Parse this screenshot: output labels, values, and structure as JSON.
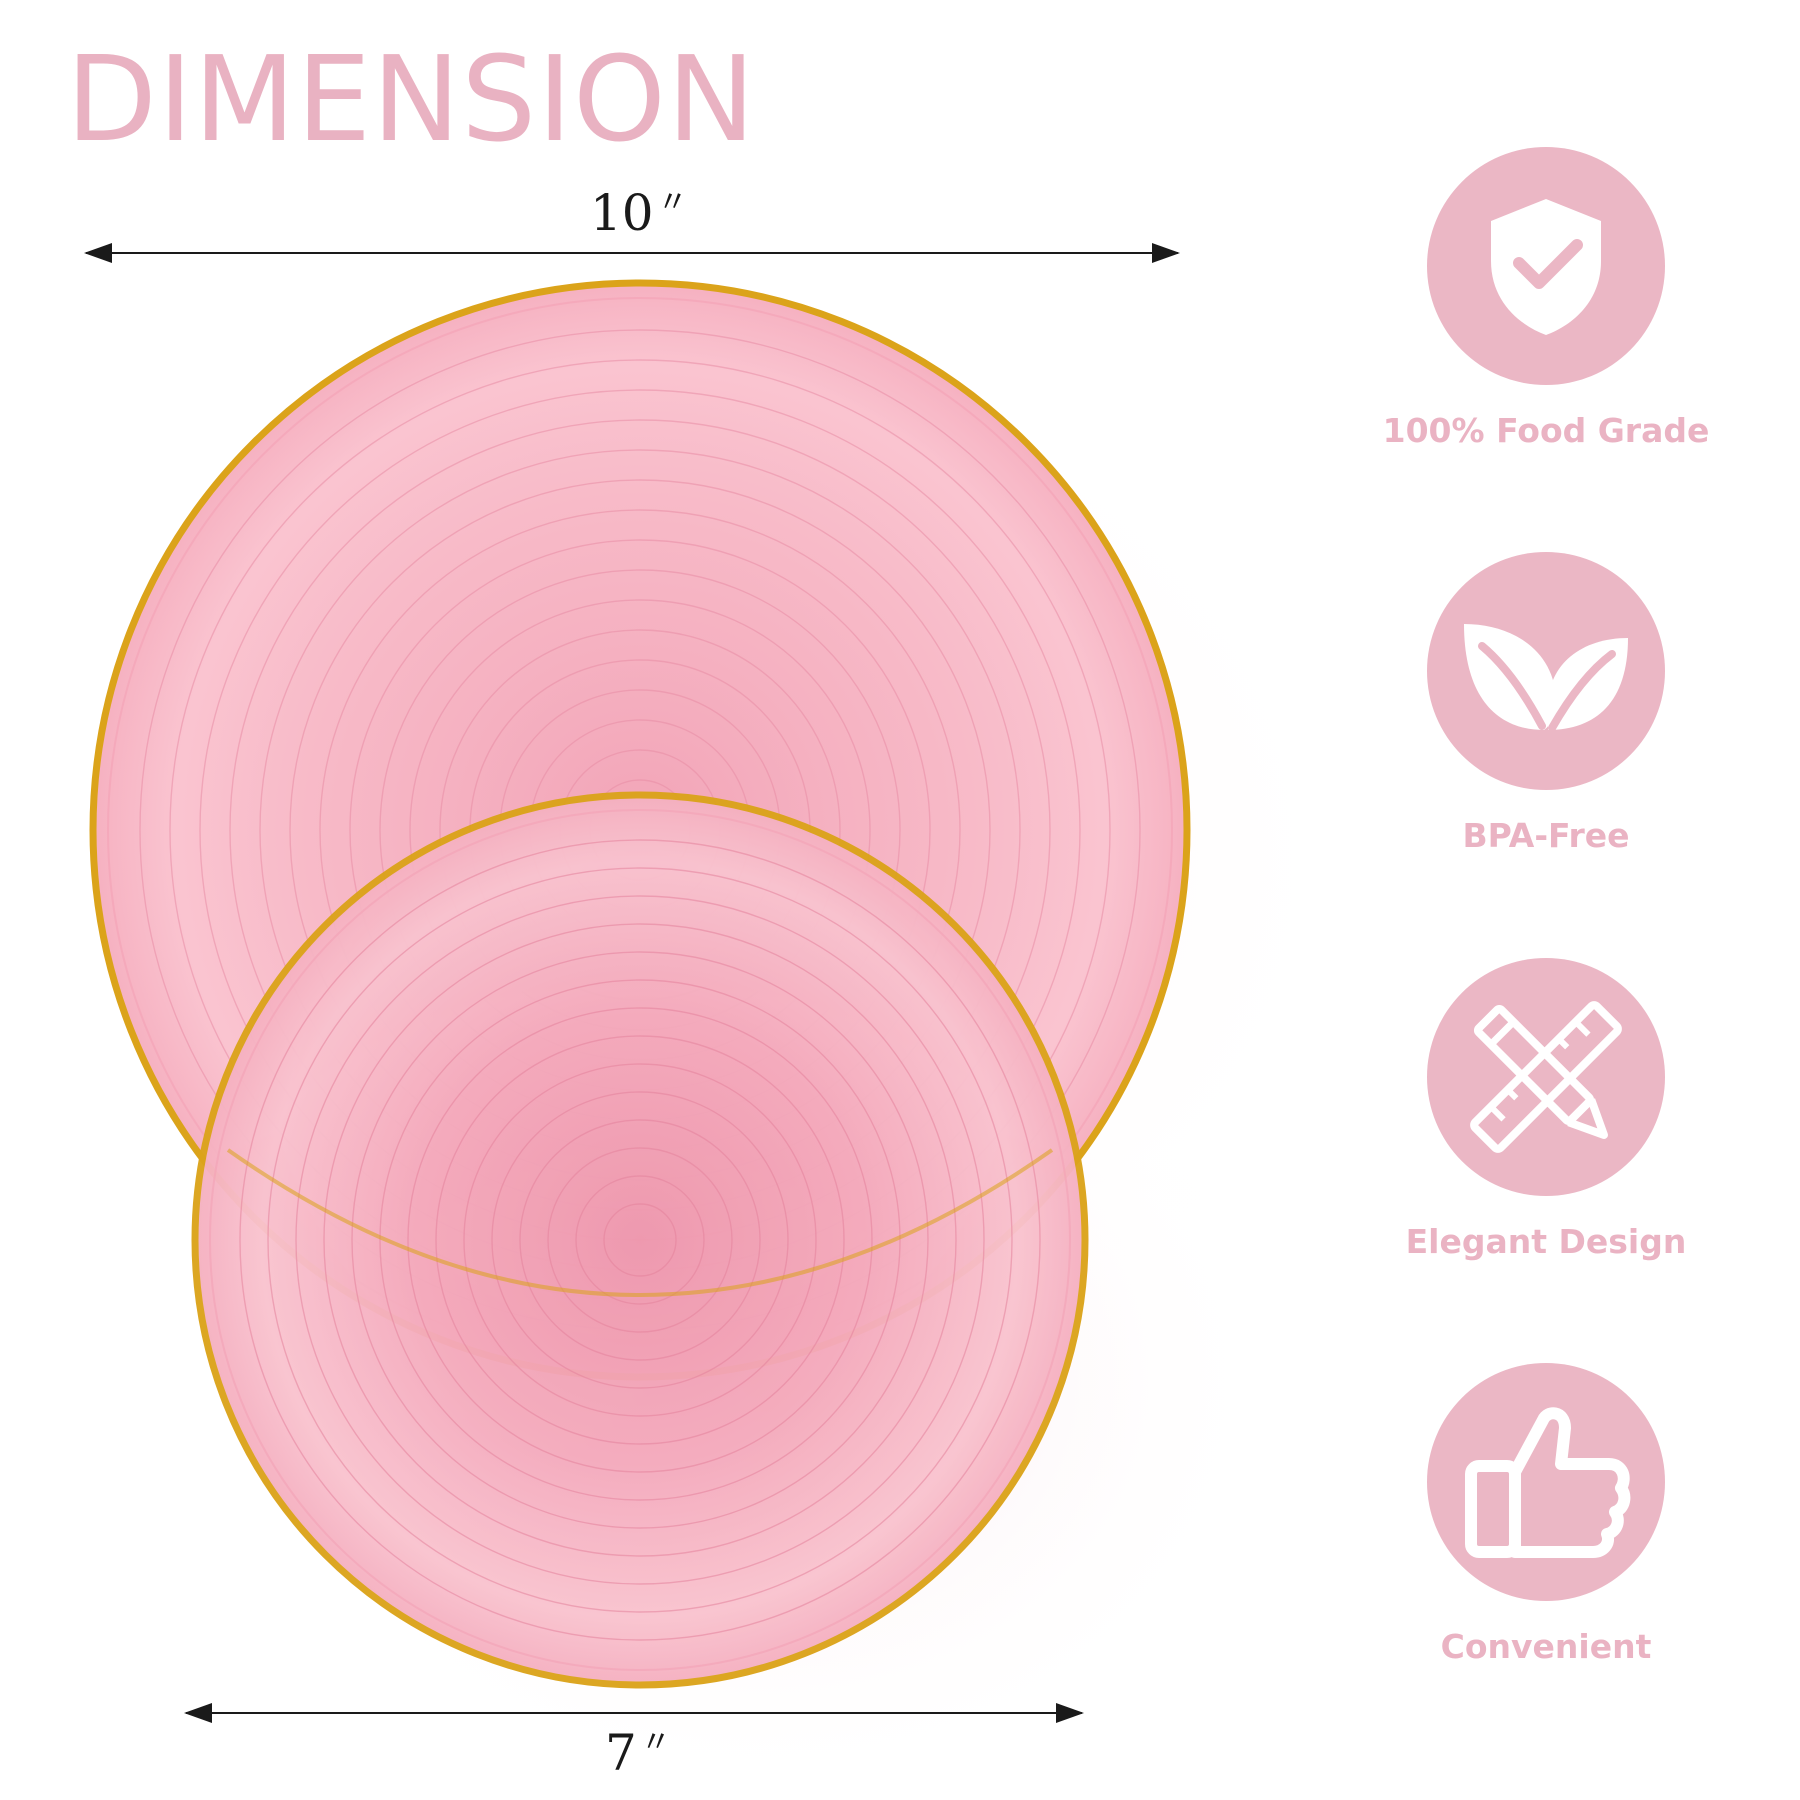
{
  "title": "DIMENSION",
  "large_plate": {
    "size_number": "10",
    "size_mark": "〃"
  },
  "small_plate": {
    "size_number": "7",
    "size_mark": "〃"
  },
  "features": [
    {
      "label": "100% Food Grade",
      "icon": "shield-check-icon"
    },
    {
      "label": "BPA-Free",
      "icon": "leaves-icon"
    },
    {
      "label": "Elegant Design",
      "icon": "ruler-pencil-icon"
    },
    {
      "label": "Convenient",
      "icon": "thumbs-up-icon"
    }
  ],
  "colors": {
    "accent_pink": "#ebb7c5",
    "plate_pink": "#f4a9bd",
    "gold_rim": "#dba31a"
  }
}
